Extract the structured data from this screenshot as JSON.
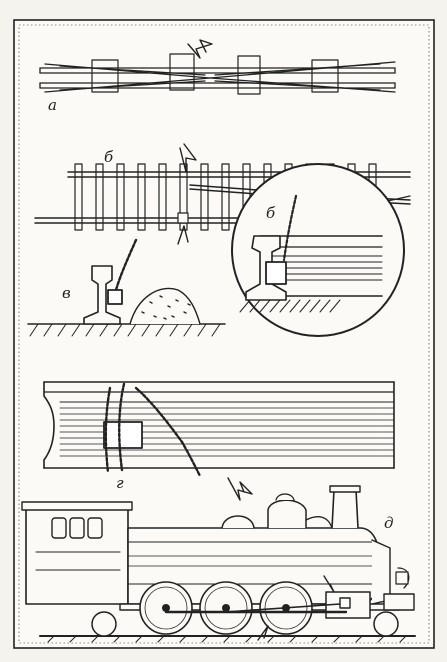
{
  "labels": {
    "a": "а",
    "b": "б",
    "b_inset": "б",
    "v": "в",
    "g": "г",
    "d": "д"
  },
  "colors": {
    "ink": "#222222",
    "paper": "#f4f3ee",
    "white": "#ffffff"
  }
}
